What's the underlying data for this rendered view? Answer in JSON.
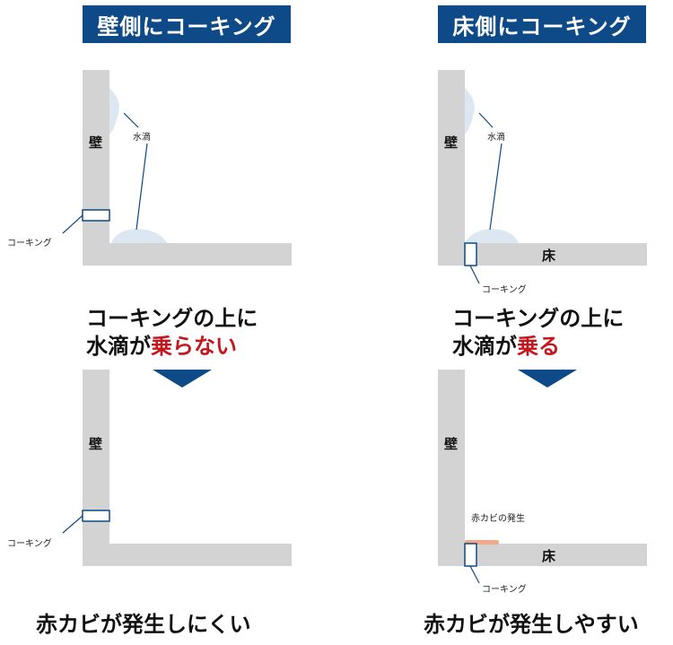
{
  "left": {
    "header": "壁側にコーキング",
    "wall": "壁",
    "water": "水滴",
    "caulk": "コーキング",
    "caption_line1": "コーキングの上に",
    "caption_line2_prefix": "水滴が",
    "caption_line2_emph": "乗らない",
    "result": "赤カビが発生しにくい"
  },
  "right": {
    "header": "床側にコーキング",
    "wall": "壁",
    "floor": "床",
    "water": "水滴",
    "caulk": "コーキング",
    "mold": "赤カビの発生",
    "caption_line1": "コーキングの上に",
    "caption_line2_prefix": "水滴が",
    "caption_line2_emph": "乗る",
    "result": "赤カビが発生しやすい"
  },
  "colors": {
    "header_bg": "#0d4a87",
    "wall_gray": "#d3d3d3",
    "water": "#dde7f2",
    "caulk_border": "#0d4a87",
    "mold": "#f2a98a",
    "emphasis": "#c4161c",
    "arrow": "#0d4a87"
  }
}
